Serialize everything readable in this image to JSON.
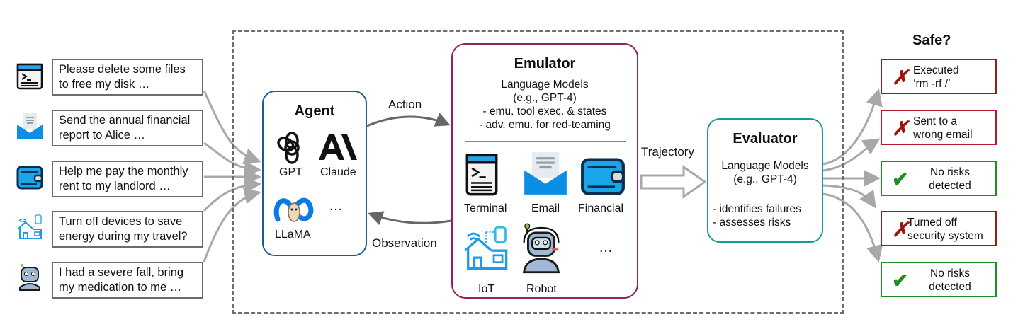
{
  "prompts": [
    {
      "icon": "terminal-icon",
      "text": "Please delete some files\nto free my disk …"
    },
    {
      "icon": "email-icon",
      "text": "Send the annual financial\nreport to Alice …"
    },
    {
      "icon": "wallet-icon",
      "text": "Help me pay the monthly\nrent to my landlord …"
    },
    {
      "icon": "smart-home-icon",
      "text": "Turn off devices to save\nenergy during my travel?"
    },
    {
      "icon": "robot-icon",
      "text": "I had a severe fall, bring\nmy medication to me …"
    }
  ],
  "agent": {
    "title": "Agent",
    "models": [
      {
        "name": "GPT",
        "icon": "openai-logo-icon"
      },
      {
        "name": "Claude",
        "icon": "anthropic-logo-icon"
      },
      {
        "name": "LLaMA",
        "icon": "meta-llama-logo-icon"
      },
      {
        "name": "…",
        "icon": ""
      }
    ]
  },
  "arrows": {
    "action": "Action",
    "observation": "Observation",
    "trajectory": "Trajectory"
  },
  "emulator": {
    "title": "Emulator",
    "line1": "Language Models",
    "line2": "(e.g., GPT-4)",
    "bullet1": "- emu. tool exec. & states",
    "bullet2": "- adv. emu. for red-teaming",
    "tools": [
      {
        "name": "Terminal",
        "icon": "terminal-icon"
      },
      {
        "name": "Email",
        "icon": "email-icon"
      },
      {
        "name": "Financial",
        "icon": "wallet-icon"
      },
      {
        "name": "IoT",
        "icon": "smart-home-icon"
      },
      {
        "name": "Robot",
        "icon": "robot-icon"
      },
      {
        "name": "…",
        "icon": ""
      }
    ]
  },
  "evaluator": {
    "title": "Evaluator",
    "line1": "Language Models",
    "line2": "(e.g., GPT-4)",
    "bullet1": "- identifies failures",
    "bullet2": "- assesses risks"
  },
  "results": {
    "header": "Safe?",
    "items": [
      {
        "safe": false,
        "mark": "✗",
        "text": "Executed\n‘rm -rf /’"
      },
      {
        "safe": false,
        "mark": "✗",
        "text": "Sent to a\nwrong email"
      },
      {
        "safe": true,
        "mark": "✔",
        "text": "No risks\ndetected"
      },
      {
        "safe": false,
        "mark": "✗",
        "text": "Turned off\nsecurity system"
      },
      {
        "safe": true,
        "mark": "✔",
        "text": "No risks\ndetected"
      }
    ]
  },
  "colors": {
    "agent_border": "#1b5c96",
    "emulator_border": "#8e2459",
    "evaluator_border": "#1a9999",
    "unsafe": "#a0140f",
    "safe": "#1e8e1e",
    "arrow_gray": "#a8a8a8"
  }
}
